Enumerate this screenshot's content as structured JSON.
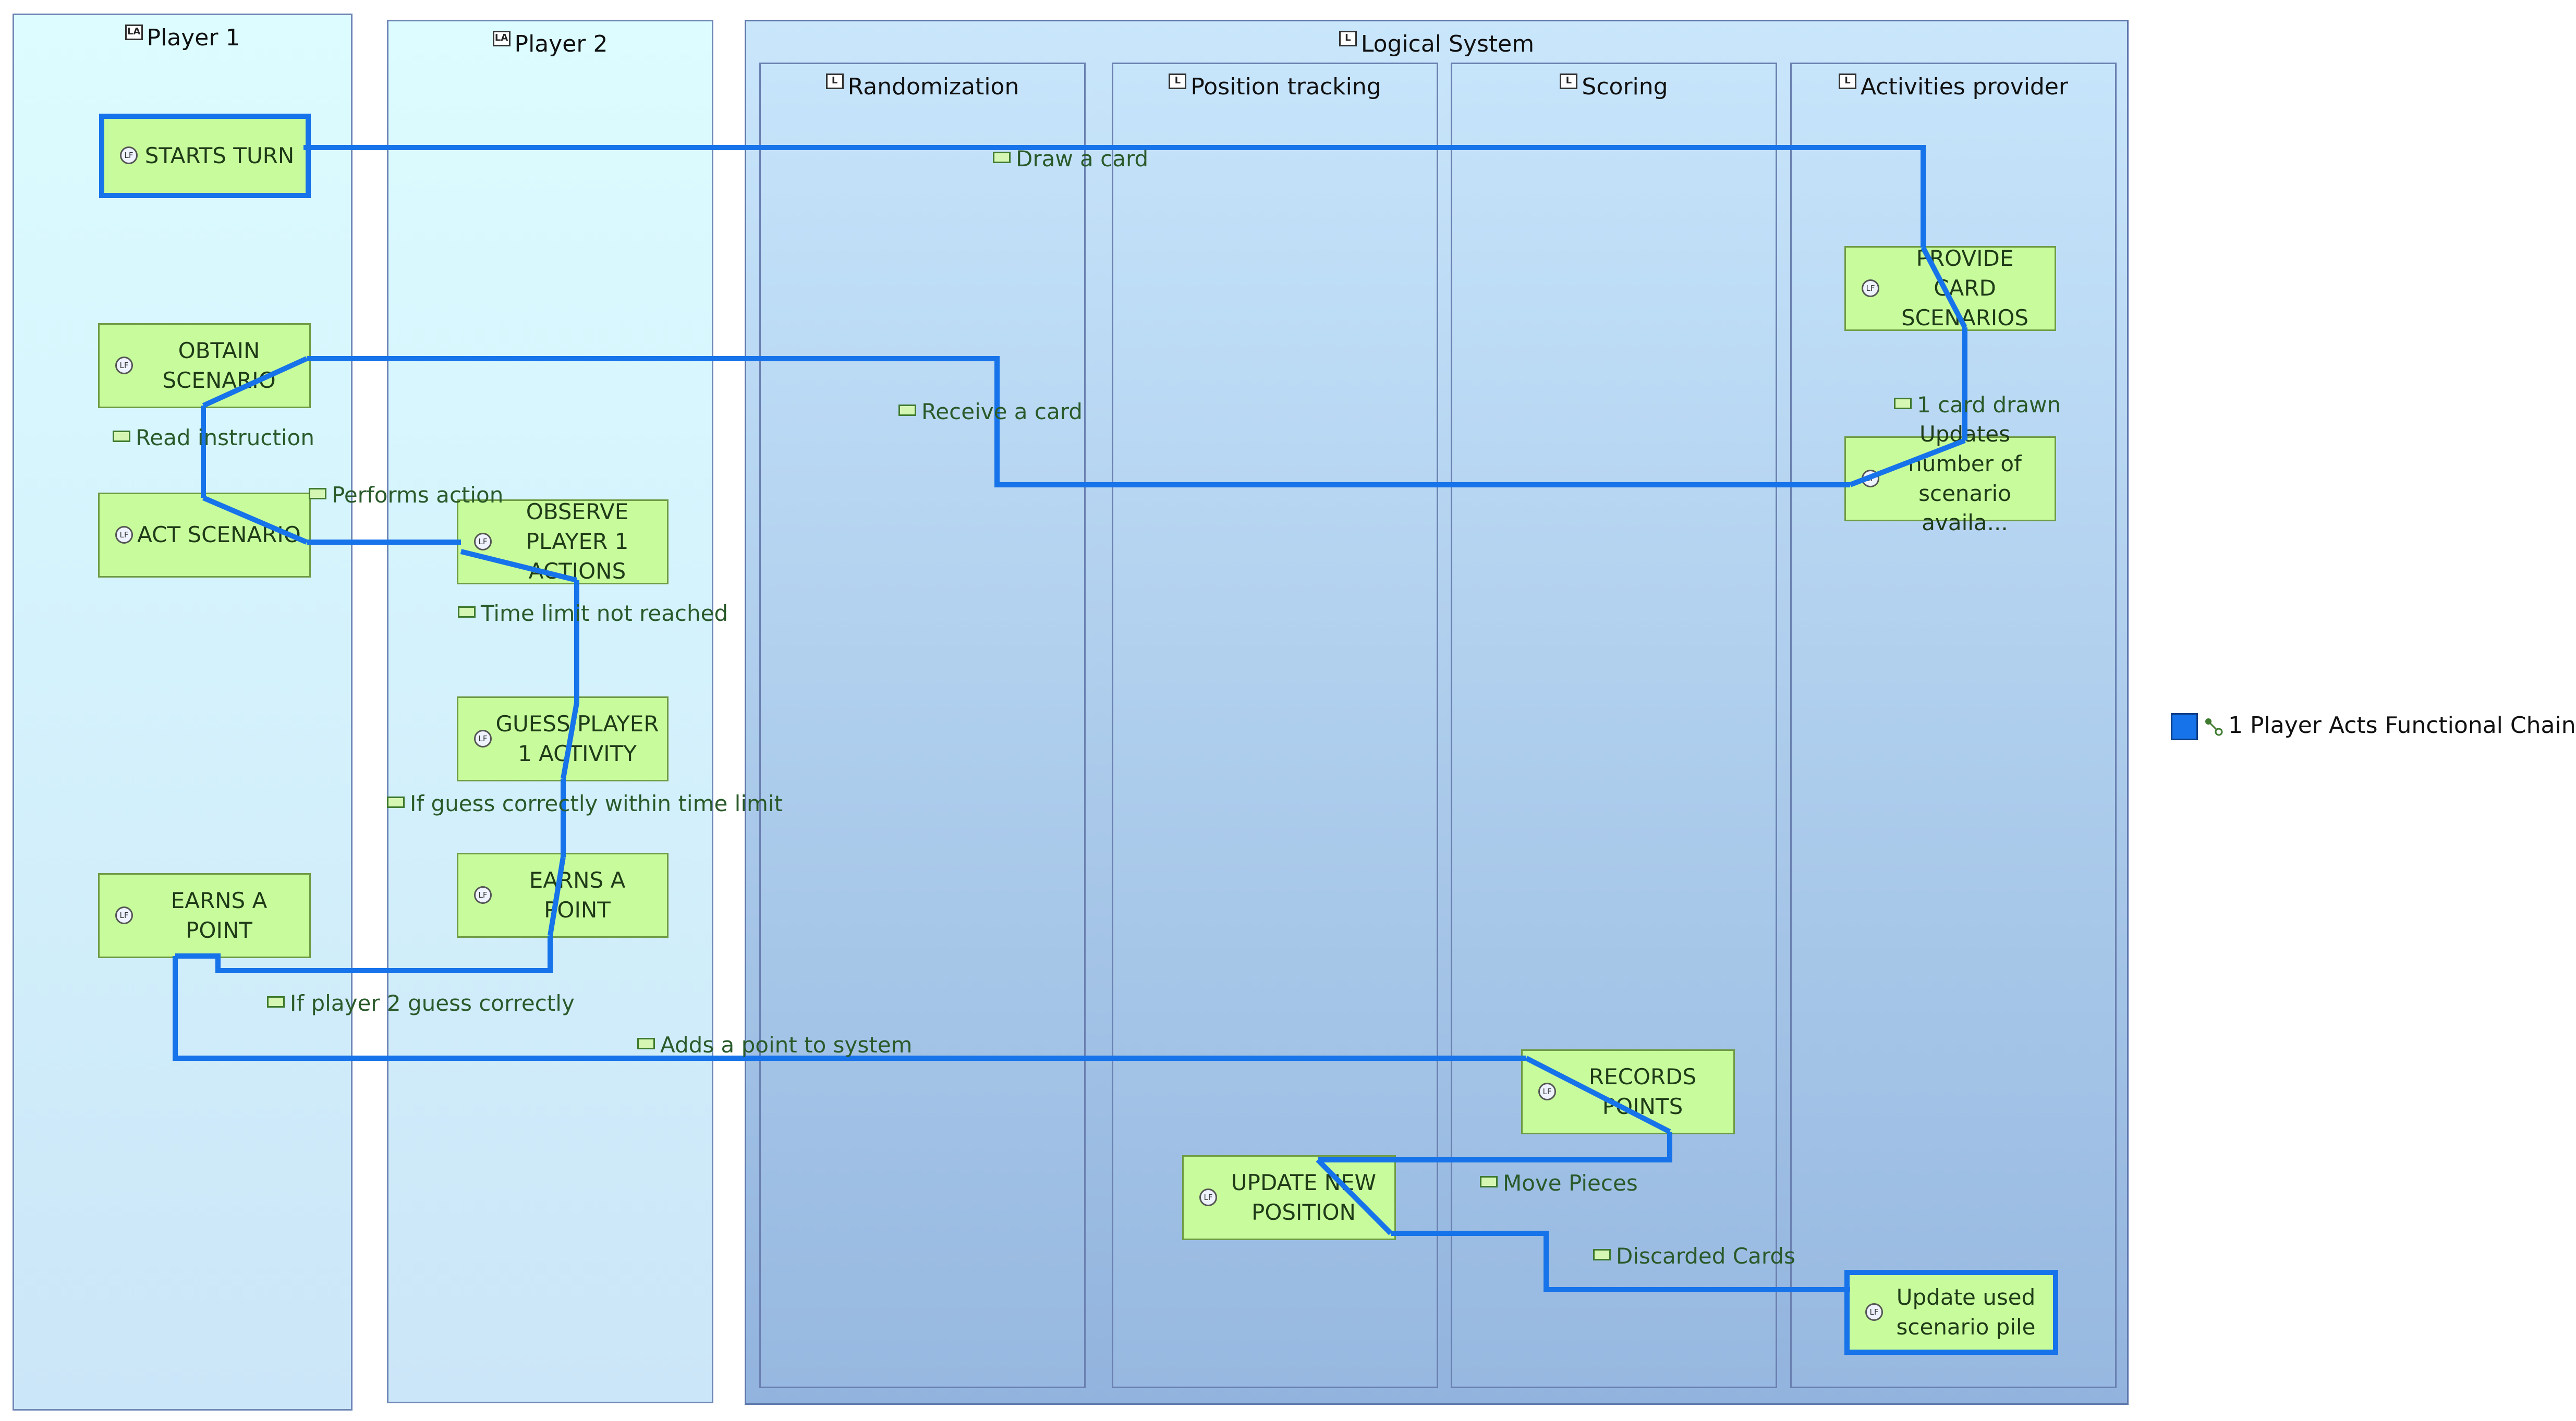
{
  "lanes": {
    "player1": {
      "title": "Player 1"
    },
    "player2": {
      "title": "Player 2"
    },
    "logical_system": {
      "title": "Logical System"
    },
    "randomization": {
      "title": "Randomization"
    },
    "position_tracking": {
      "title": "Position tracking"
    },
    "scoring": {
      "title": "Scoring"
    },
    "activities_provider": {
      "title": "Activities provider"
    }
  },
  "functions": {
    "starts_turn": "STARTS TURN",
    "obtain_scenario": "OBTAIN SCENARIO",
    "act_scenario": "ACT SCENARIO",
    "earns_point_p1": "EARNS A POINT",
    "observe_actions": "OBSERVE PLAYER 1 ACTIONS",
    "guess_activity": "GUESS PLAYER 1 ACTIVITY",
    "earns_point_p2": "EARNS A POINT",
    "provide_card": "PROVIDE CARD SCENARIOS",
    "updates_number": "Updates number of scenario availa...",
    "records_points": "RECORDS POINTS",
    "update_position": "UPDATE NEW POSITION",
    "update_pile": "Update used scenario pile"
  },
  "exchanges": {
    "draw_card": "Draw a card",
    "receive_card": "Receive a card",
    "card_drawn": "1 card drawn",
    "read_instruction": "Read instruction",
    "performs_action": "Performs action",
    "time_limit": "Time limit not reached",
    "guess_correct": "If guess correctly within time limit",
    "p2_guess": "If player 2 guess correctly",
    "adds_point": "Adds a point to system",
    "move_pieces": "Move Pieces",
    "discarded_cards": "Discarded Cards"
  },
  "legend": {
    "label": "1 Player Acts Functional Chain",
    "color": "#1673ea"
  },
  "lane_icons": {
    "actor": "LA",
    "component": "L"
  },
  "function_icon": "LF"
}
